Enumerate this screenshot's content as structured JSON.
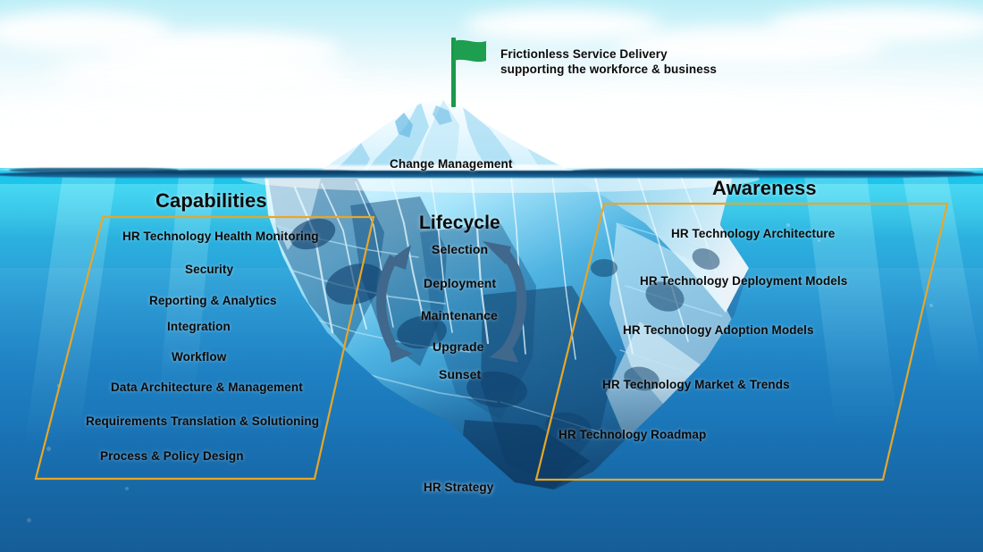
{
  "meta": {
    "colors": {
      "accent_orange": "#e9a626",
      "flag_green": "#1e9e4f",
      "arrow_slate": "#40688c",
      "text_black": "#0b0b0b",
      "sea_top": "#19c6ec",
      "sea_bottom": "#1b6aa6",
      "sky_top": "#bdeef7"
    }
  },
  "goal": {
    "icon": "flag-icon",
    "text": "Frictionless Service Delivery supporting the workforce & business"
  },
  "tip": {
    "label": "Change Management"
  },
  "base": {
    "label": "HR Strategy"
  },
  "capabilities": {
    "title": "Capabilities",
    "items": [
      "HR Technology Health Monitoring",
      "Security",
      "Reporting & Analytics",
      "Integration",
      "Workflow",
      "Data Architecture & Management",
      "Requirements Translation & Solutioning",
      "Process & Policy Design"
    ]
  },
  "lifecycle": {
    "title": "Lifecycle",
    "items": [
      "Selection",
      "Deployment",
      "Maintenance",
      "Upgrade",
      "Sunset"
    ]
  },
  "awareness": {
    "title": "Awareness",
    "items": [
      "HR Technology Architecture",
      "HR Technology Deployment Models",
      "HR Technology Adoption Models",
      "HR Technology Market & Trends",
      "HR Technology Roadmap"
    ]
  }
}
